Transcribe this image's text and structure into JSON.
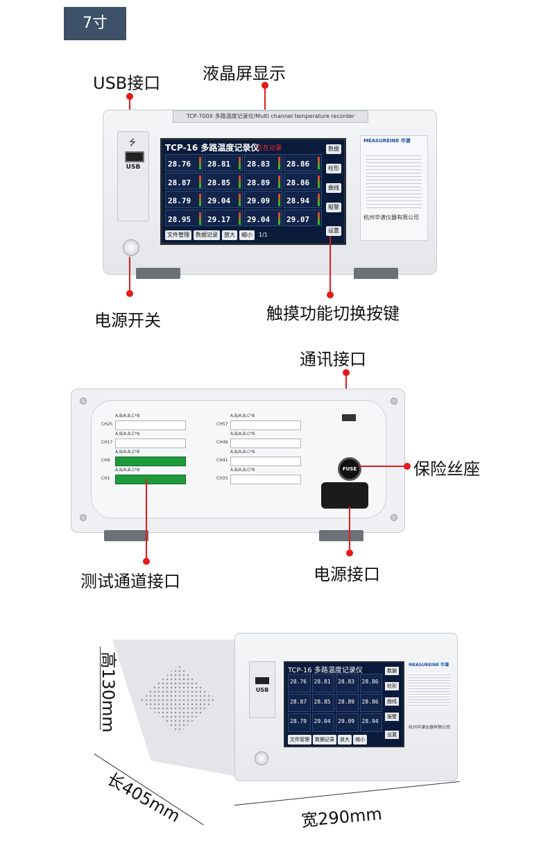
{
  "size_tag": "7寸",
  "front": {
    "labels": {
      "usb": "USB接口",
      "lcd": "液晶屏显示",
      "power": "电源开关",
      "touch": "触摸功能切换按键"
    },
    "model_bar": "TCP-700X 多路温度记录仪/Multi channel temperature recorder",
    "usb_port_text": "USB",
    "screen": {
      "title": "TCP-16 多路温度记录仪",
      "status": "正在记录",
      "values": [
        "28.76",
        "28.81",
        "28.83",
        "28.86",
        "28.87",
        "28.85",
        "28.89",
        "28.86",
        "28.79",
        "29.04",
        "29.09",
        "28.94",
        "28.95",
        "29.17",
        "29.04",
        "29.07"
      ],
      "side_buttons": [
        "数据",
        "柱形",
        "曲线",
        "报警",
        "设置"
      ],
      "bottom_buttons": [
        "文件管理",
        "数据记录",
        "放大",
        "缩小",
        "1/1"
      ]
    },
    "brand": {
      "name": "MEASUREINE 华谱",
      "company": "杭州华谱仪器有限公司"
    }
  },
  "rear": {
    "labels": {
      "comm": "通讯接口",
      "fuse": "保险丝座",
      "test": "测试通道接口",
      "power_in": "电源接口"
    },
    "fuse_text": "FUSE",
    "channels_left": [
      "CH25",
      "CH17",
      "CH9",
      "CH1"
    ],
    "channels_right": [
      "CH57",
      "CH49",
      "CH41",
      "CH33"
    ],
    "slot_label": "A,B/A,B,C*8"
  },
  "dims": {
    "height": "高130mm",
    "length": "长405mm",
    "width": "宽290mm"
  }
}
